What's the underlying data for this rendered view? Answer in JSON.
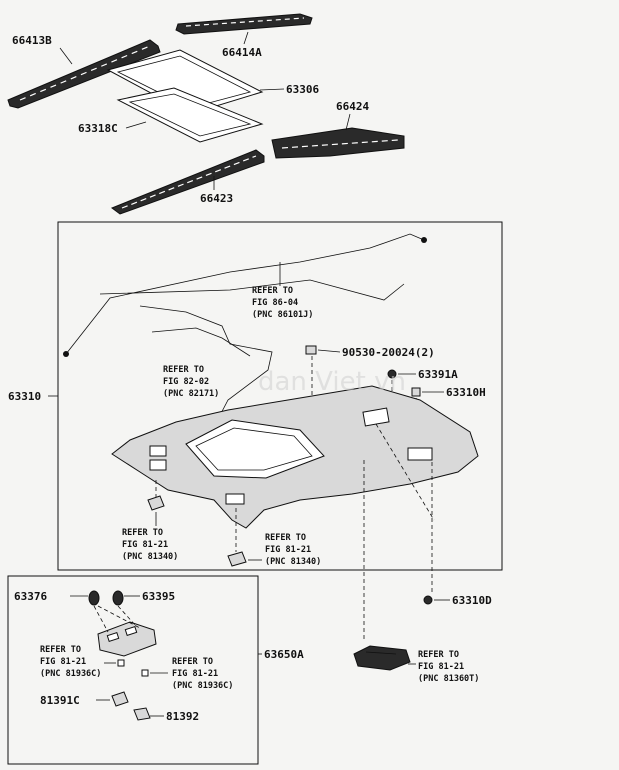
{
  "labels": {
    "p66413B": "66413B",
    "p66414A": "66414A",
    "p63306": "63306",
    "p63318C": "63318C",
    "p66424": "66424",
    "p66423": "66423",
    "p63310": "63310",
    "p90530": "90530-20024(2)",
    "p63391A": "63391A",
    "p63310H": "63310H",
    "p63376": "63376",
    "p63395": "63395",
    "p63650A": "63650A",
    "p81391C": "81391C",
    "p81392": "81392",
    "p63310D": "63310D"
  },
  "refs": {
    "ref1": {
      "line1": "REFER TO",
      "line2": "FIG 86-04",
      "line3": "(PNC 86101J)"
    },
    "ref2": {
      "line1": "REFER TO",
      "line2": "FIG 82-02",
      "line3": "(PNC 82171)"
    },
    "ref3": {
      "line1": "REFER TO",
      "line2": "FIG 81-21",
      "line3": "(PNC 81340)"
    },
    "ref4": {
      "line1": "REFER TO",
      "line2": "FIG 81-21",
      "line3": "(PNC 81340)"
    },
    "ref5": {
      "line1": "REFER TO",
      "line2": "FIG 81-21",
      "line3": "(PNC 81936C)"
    },
    "ref6": {
      "line1": "REFER TO",
      "line2": "FIG 81-21",
      "line3": "(PNC 81936C)"
    },
    "ref7": {
      "line1": "REFER TO",
      "line2": "FIG 81-21",
      "line3": "(PNC 81360T)"
    }
  },
  "watermark": "dan Viet.vn"
}
